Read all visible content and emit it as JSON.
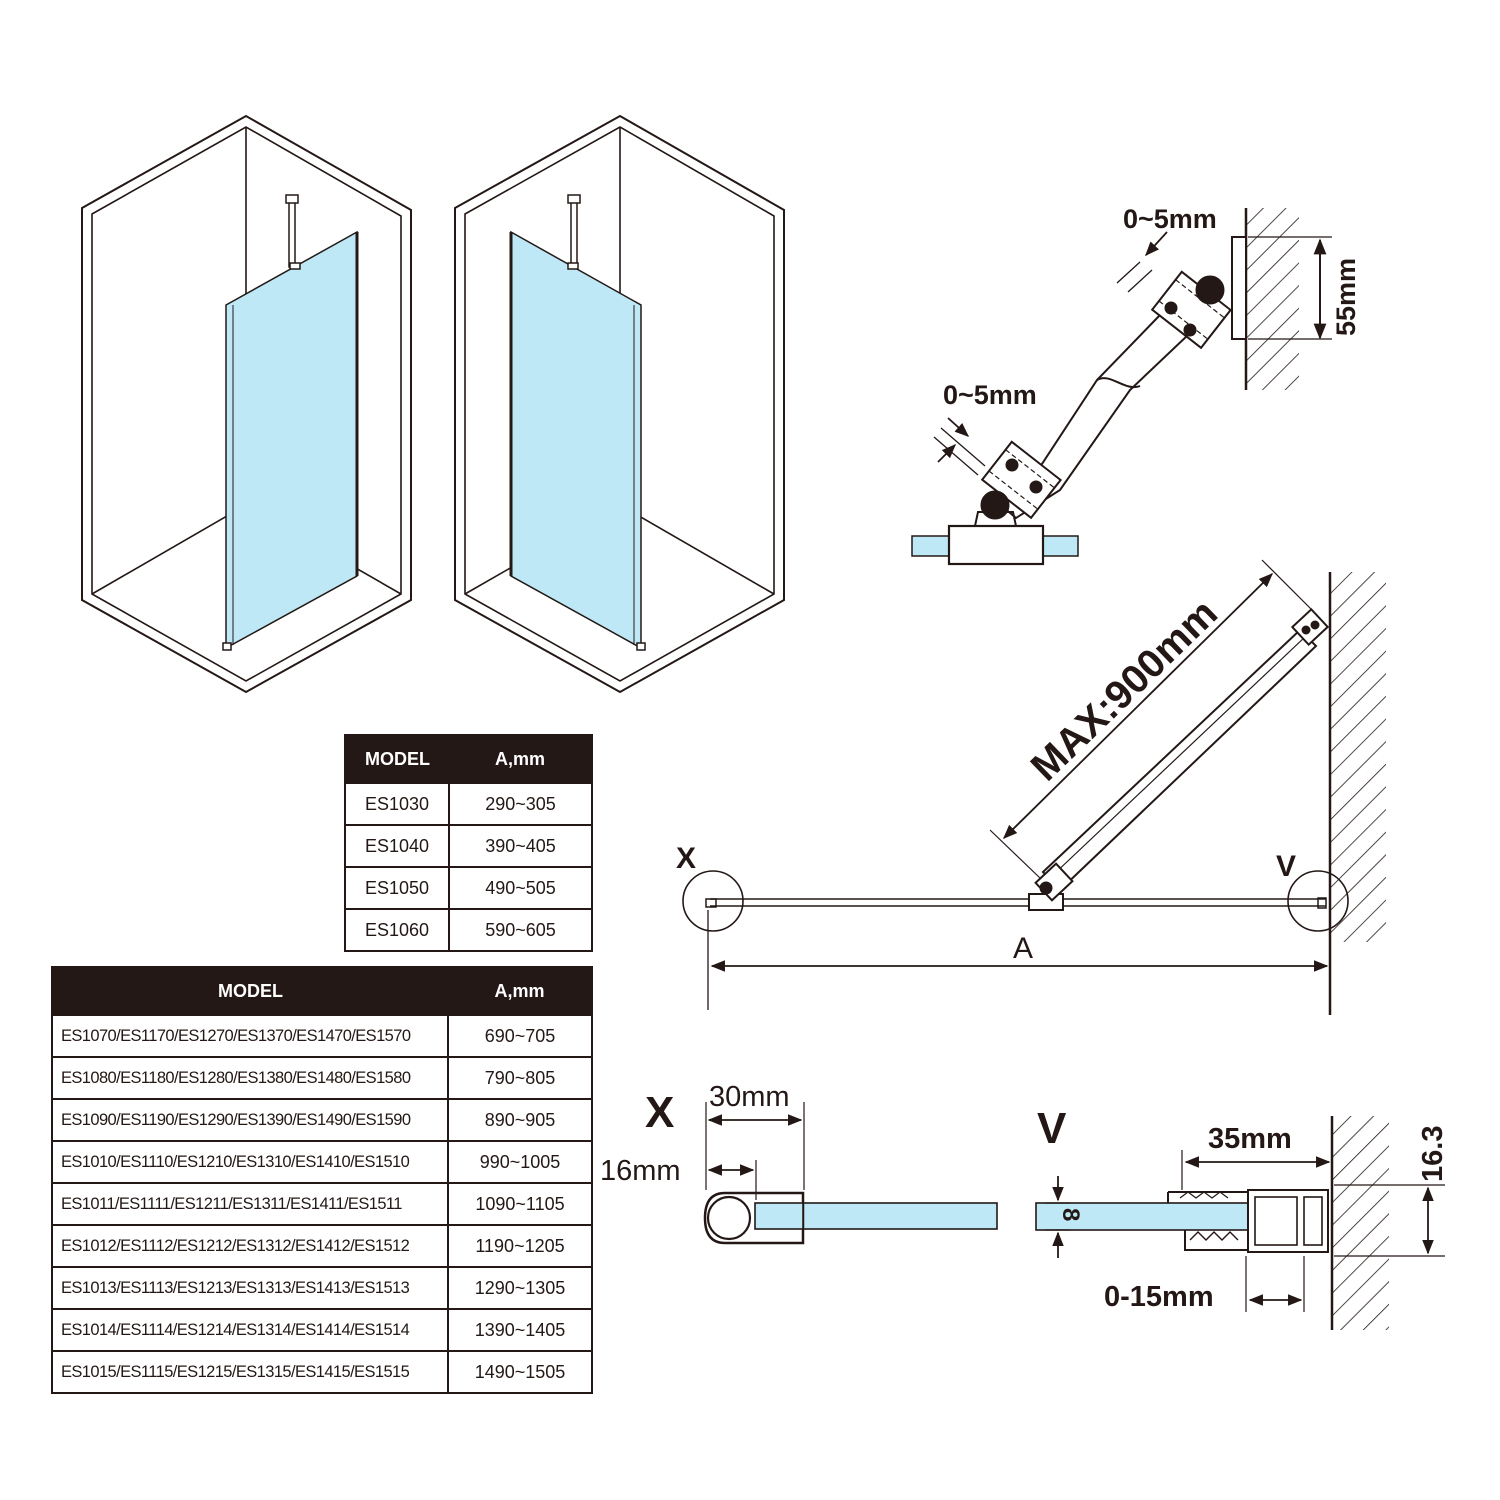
{
  "colors": {
    "line": "#231815",
    "glass": "#bfe8f6",
    "glass_edge": "#231815"
  },
  "icons": [
    "shower-enclosure-front-view",
    "shower-enclosure-rear-view",
    "support-arm-detail",
    "plan-view",
    "x-section",
    "v-section"
  ],
  "labels": {
    "gap_top": "0~5mm",
    "gap_bottom": "0~5mm",
    "bracket_height": "55mm",
    "arm_max": "MAX:900mm",
    "marker_x": "X",
    "marker_v": "V",
    "dim_a": "A",
    "detail_x": "X",
    "detail_v": "V",
    "x_width": "30mm",
    "x_depth": "16mm",
    "v_width": "35mm",
    "v_adjust": "0-15mm",
    "v_height": "16.3",
    "glass_thickness": "8"
  },
  "table_small": {
    "headers": [
      "MODEL",
      "A,mm"
    ],
    "rows": [
      [
        "ES1030",
        "290~305"
      ],
      [
        "ES1040",
        "390~405"
      ],
      [
        "ES1050",
        "490~505"
      ],
      [
        "ES1060",
        "590~605"
      ]
    ]
  },
  "table_large": {
    "headers": [
      "MODEL",
      "A,mm"
    ],
    "rows": [
      [
        "ES1070/ES1170/ES1270/ES1370/ES1470/ES1570",
        "690~705"
      ],
      [
        "ES1080/ES1180/ES1280/ES1380/ES1480/ES1580",
        "790~805"
      ],
      [
        "ES1090/ES1190/ES1290/ES1390/ES1490/ES1590",
        "890~905"
      ],
      [
        "ES1010/ES1110/ES1210/ES1310/ES1410/ES1510",
        "990~1005"
      ],
      [
        "ES1011/ES1111/ES1211/ES1311/ES1411/ES1511",
        "1090~1105"
      ],
      [
        "ES1012/ES1112/ES1212/ES1312/ES1412/ES1512",
        "1190~1205"
      ],
      [
        "ES1013/ES1113/ES1213/ES1313/ES1413/ES1513",
        "1290~1305"
      ],
      [
        "ES1014/ES1114/ES1214/ES1314/ES1414/ES1514",
        "1390~1405"
      ],
      [
        "ES1015/ES1115/ES1215/ES1315/ES1415/ES1515",
        "1490~1505"
      ]
    ]
  }
}
